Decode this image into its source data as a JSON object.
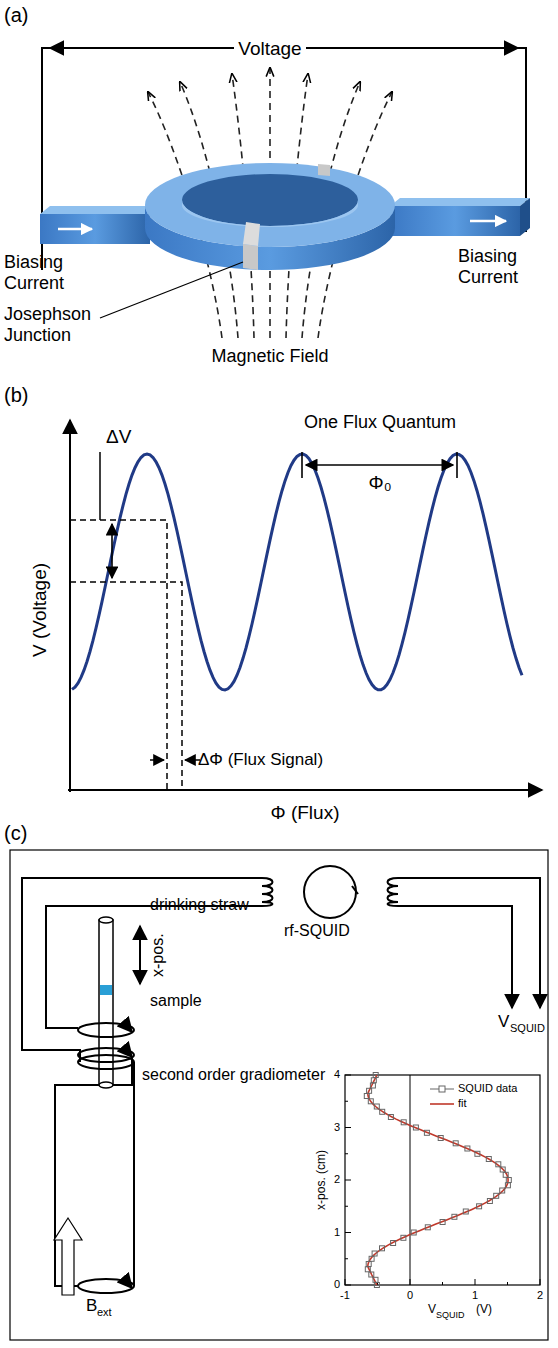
{
  "diagram": {
    "labels": [
      "(a)",
      "Voltage",
      "Biasing Current",
      "Biasing Current",
      "Josephson Junction",
      "Magnetic Field",
      "(b)",
      "ΔV",
      "One Flux Quantum",
      "Φ₀",
      "V (Voltage)",
      "ΔΦ (Flux Signal)",
      "Φ (Flux)",
      "(c)",
      "drinking straw",
      "x-pos.",
      "sample",
      "rf-SQUID",
      "V",
      "SQUID",
      "second order gradiometer",
      "B",
      "ext",
      "0",
      "1",
      "2",
      "3",
      "4",
      "-1",
      "0",
      "1",
      "2",
      "x-pos. (cm)",
      "V",
      "SQUID",
      "(V)"
    ],
    "legend": [
      {
        "text": "SQUID data"
      },
      {
        "text": "fit"
      }
    ]
  }
}
